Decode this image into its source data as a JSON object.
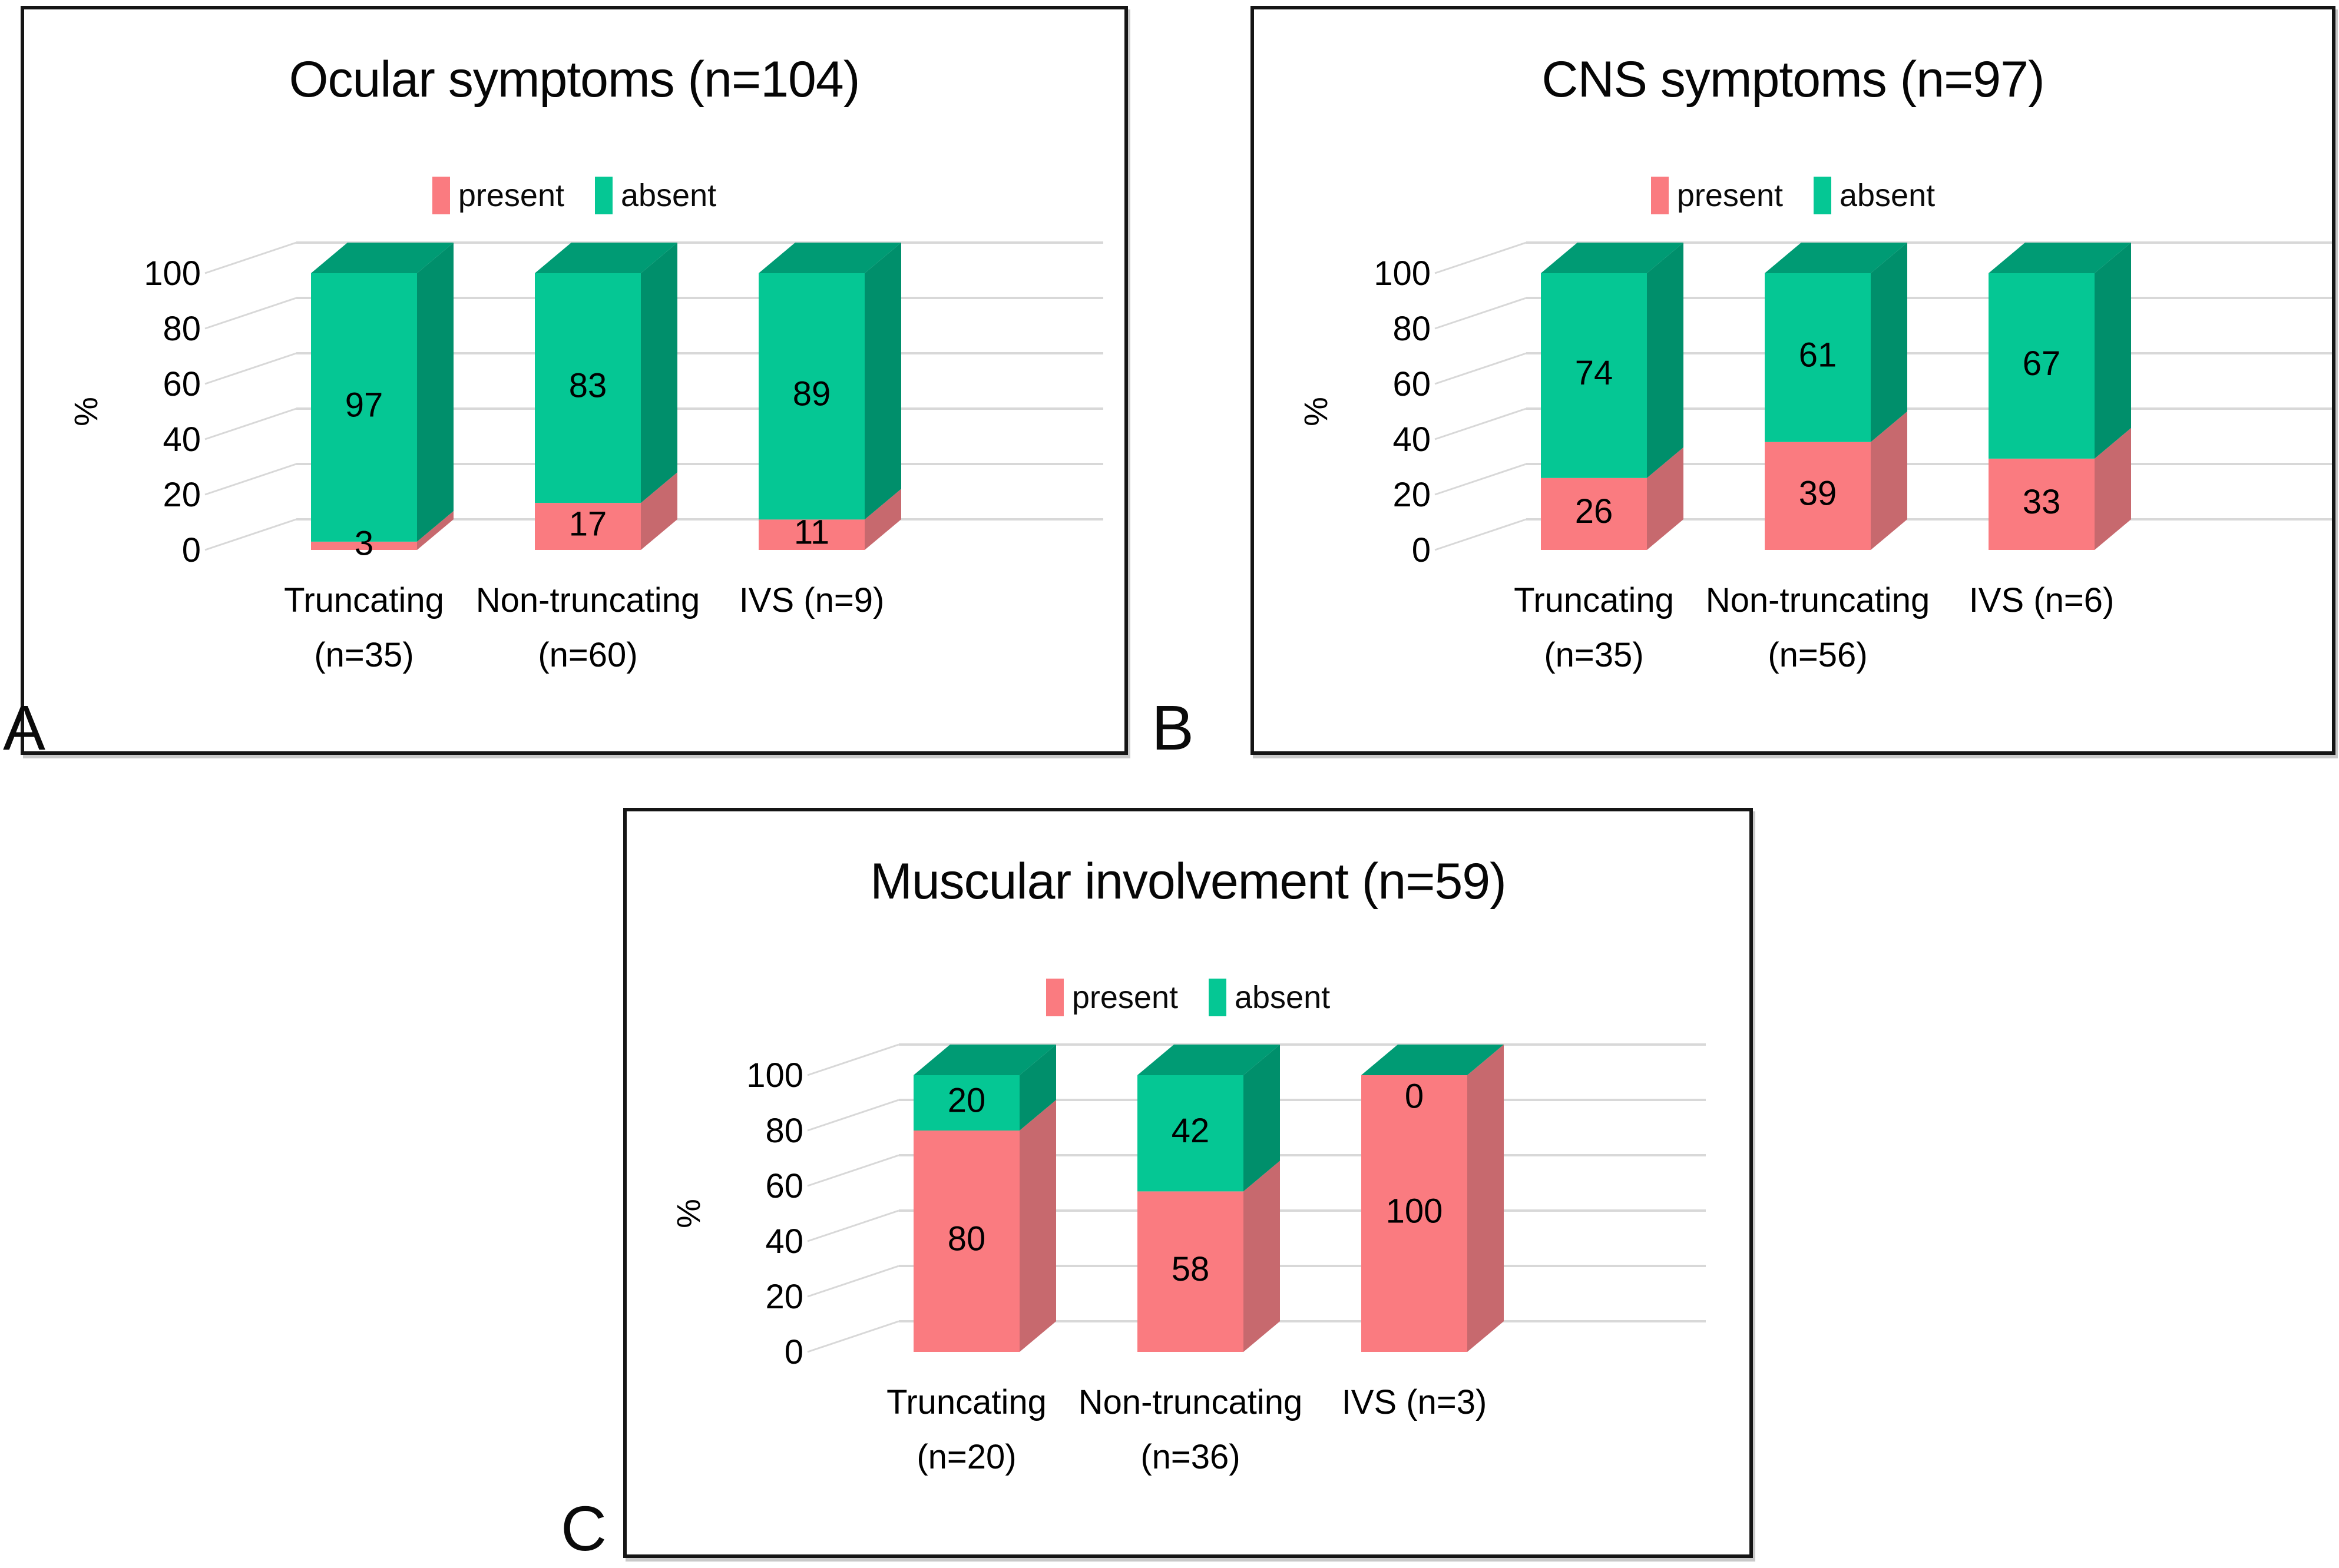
{
  "figure": {
    "background": "#ffffff"
  },
  "colors": {
    "present_front": "#FA7B80",
    "present_side": "#C7696E",
    "present_top": "#D4767B",
    "absent_front": "#05C794",
    "absent_side": "#008F6B",
    "absent_top": "#009B74",
    "gridline": "#D8D8D8",
    "axis_text": "#000000",
    "panel_border": "#151515"
  },
  "chart_data": [
    {
      "type": "bar",
      "stacked": true,
      "panel_letter": "A",
      "title": "Ocular symptoms (n=104)",
      "categories": [
        "Truncating (n=35)",
        "Non-truncating (n=60)",
        "IVS (n=9)"
      ],
      "categories_lines": [
        [
          "Truncating",
          "(n=35)"
        ],
        [
          "Non-truncating",
          "(n=60)"
        ],
        [
          "IVS (n=9)"
        ]
      ],
      "series": [
        {
          "name": "present",
          "color": "#FA7B80",
          "values": [
            3,
            17,
            11
          ]
        },
        {
          "name": "absent",
          "color": "#05C794",
          "values": [
            97,
            83,
            89
          ]
        }
      ],
      "xlabel": "",
      "ylabel": "%",
      "ylim": [
        0,
        100
      ],
      "yticks": [
        0,
        20,
        40,
        60,
        80,
        100
      ],
      "grid": true,
      "legend_position": "top"
    },
    {
      "type": "bar",
      "stacked": true,
      "panel_letter": "B",
      "title": "CNS symptoms (n=97)",
      "categories": [
        "Truncating (n=35)",
        "Non-truncating (n=56)",
        "IVS (n=6)"
      ],
      "categories_lines": [
        [
          "Truncating",
          "(n=35)"
        ],
        [
          "Non-truncating",
          "(n=56)"
        ],
        [
          "IVS (n=6)"
        ]
      ],
      "series": [
        {
          "name": "present",
          "color": "#FA7B80",
          "values": [
            26,
            39,
            33
          ]
        },
        {
          "name": "absent",
          "color": "#05C794",
          "values": [
            74,
            61,
            67
          ]
        }
      ],
      "xlabel": "",
      "ylabel": "%",
      "ylim": [
        0,
        100
      ],
      "yticks": [
        0,
        20,
        40,
        60,
        80,
        100
      ],
      "grid": true,
      "legend_position": "top"
    },
    {
      "type": "bar",
      "stacked": true,
      "panel_letter": "C",
      "title": "Muscular involvement (n=59)",
      "categories": [
        "Truncating (n=20)",
        "Non-truncating (n=36)",
        "IVS (n=3)"
      ],
      "categories_lines": [
        [
          "Truncating",
          "(n=20)"
        ],
        [
          "Non-truncating",
          "(n=36)"
        ],
        [
          "IVS (n=3)"
        ]
      ],
      "series": [
        {
          "name": "present",
          "color": "#FA7B80",
          "values": [
            80,
            58,
            100
          ]
        },
        {
          "name": "absent",
          "color": "#05C794",
          "values": [
            20,
            42,
            0
          ]
        }
      ],
      "xlabel": "",
      "ylabel": "%",
      "ylim": [
        0,
        100
      ],
      "yticks": [
        0,
        20,
        40,
        60,
        80,
        100
      ],
      "grid": true,
      "legend_position": "top"
    }
  ]
}
